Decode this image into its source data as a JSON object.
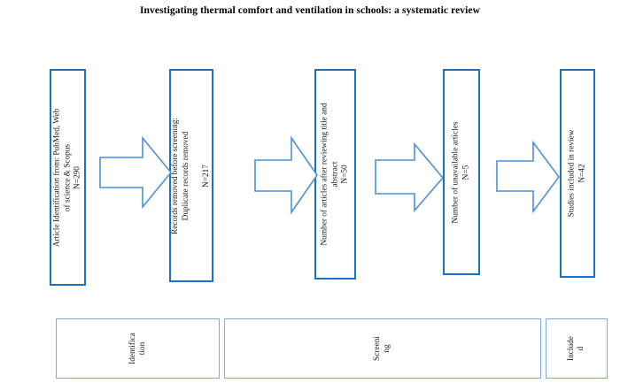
{
  "figure": {
    "title": "Investigating thermal comfort and ventilation in schools: a systematic review",
    "accent_color": "#1F6FC4",
    "phase_border_color": "#7FA9D8",
    "background": "#ffffff"
  },
  "flow": {
    "stages": [
      {
        "id": "identification",
        "label": "Article Identification from: PubMed, Web\nof science & Scopus\nN=290",
        "count": "N=290"
      },
      {
        "id": "records-removed",
        "label": "Records removed before screening:\nDuplicate records removed\n\nN=217",
        "count": "N=217"
      },
      {
        "id": "after-title-abstract",
        "label": "Number of articles after reviewing title and\nabstract\nN=50",
        "count": "N=50"
      },
      {
        "id": "unavailable",
        "label": "Number of unavailable articles\nN=5",
        "count": "N=5"
      },
      {
        "id": "included",
        "label": "Studies included in review\nN=42",
        "count": "N=42"
      }
    ],
    "arrows": [
      {
        "id": "arrow-1",
        "direction": "right"
      },
      {
        "id": "arrow-2",
        "direction": "right"
      },
      {
        "id": "arrow-3",
        "direction": "right"
      },
      {
        "id": "arrow-4",
        "direction": "right"
      }
    ]
  },
  "phases": [
    {
      "id": "identification",
      "label": "Identifica\ntion"
    },
    {
      "id": "screening",
      "label": "Screeni\nng"
    },
    {
      "id": "included",
      "label": "Include\nd"
    }
  ]
}
